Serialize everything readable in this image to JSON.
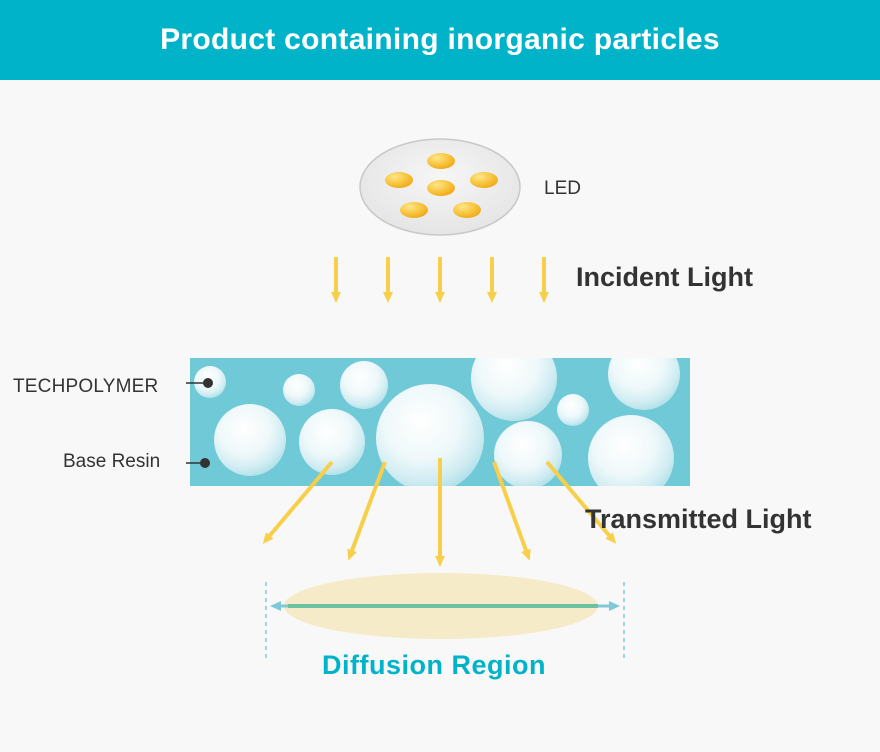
{
  "title": "Product containing inorganic particles",
  "labels": {
    "led": "LED",
    "incident_light": "Incident Light",
    "transmitted_light": "Transmitted Light",
    "techpolymer": "TECHPOLYMER",
    "base_resin": "Base Resin",
    "diffusion_region": "Diffusion Region"
  },
  "colors": {
    "header": "#00b3c9",
    "resin": "#6fc9d6",
    "arrow": "#f7cf4a",
    "led_chip": "#f5b82a",
    "diffusion_fill": "#f6ebc8",
    "diffusion_line": "#6dc0a2",
    "diffusion_text": "#00b3c9"
  }
}
